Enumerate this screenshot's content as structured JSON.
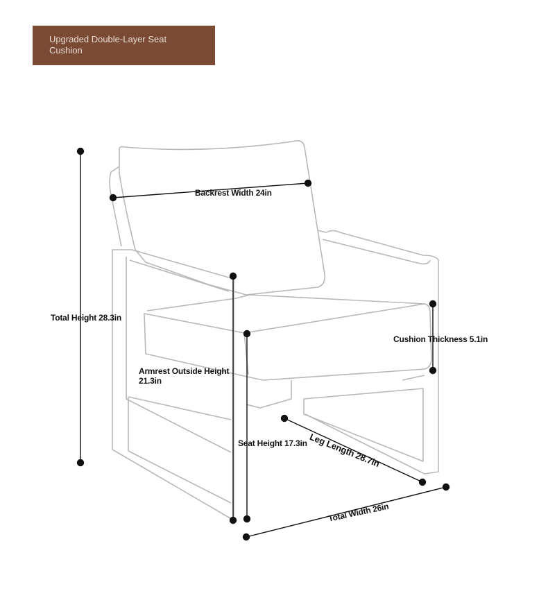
{
  "banner": {
    "text": "Upgraded Double-Layer Seat Cushion",
    "color": "#7a4a34"
  },
  "dimensions": {
    "backrest_width": "Backrest Width 24in",
    "total_height": "Total Height 28.3in",
    "cushion_thickness": "Cushion Thickness 5.1in",
    "armrest_outside_height": "Armrest Outside Height 21.3in",
    "seat_height": "Seat Height 17.3in",
    "leg_length": "Leg Length 28.7in",
    "total_width": "Total Width 26in"
  }
}
